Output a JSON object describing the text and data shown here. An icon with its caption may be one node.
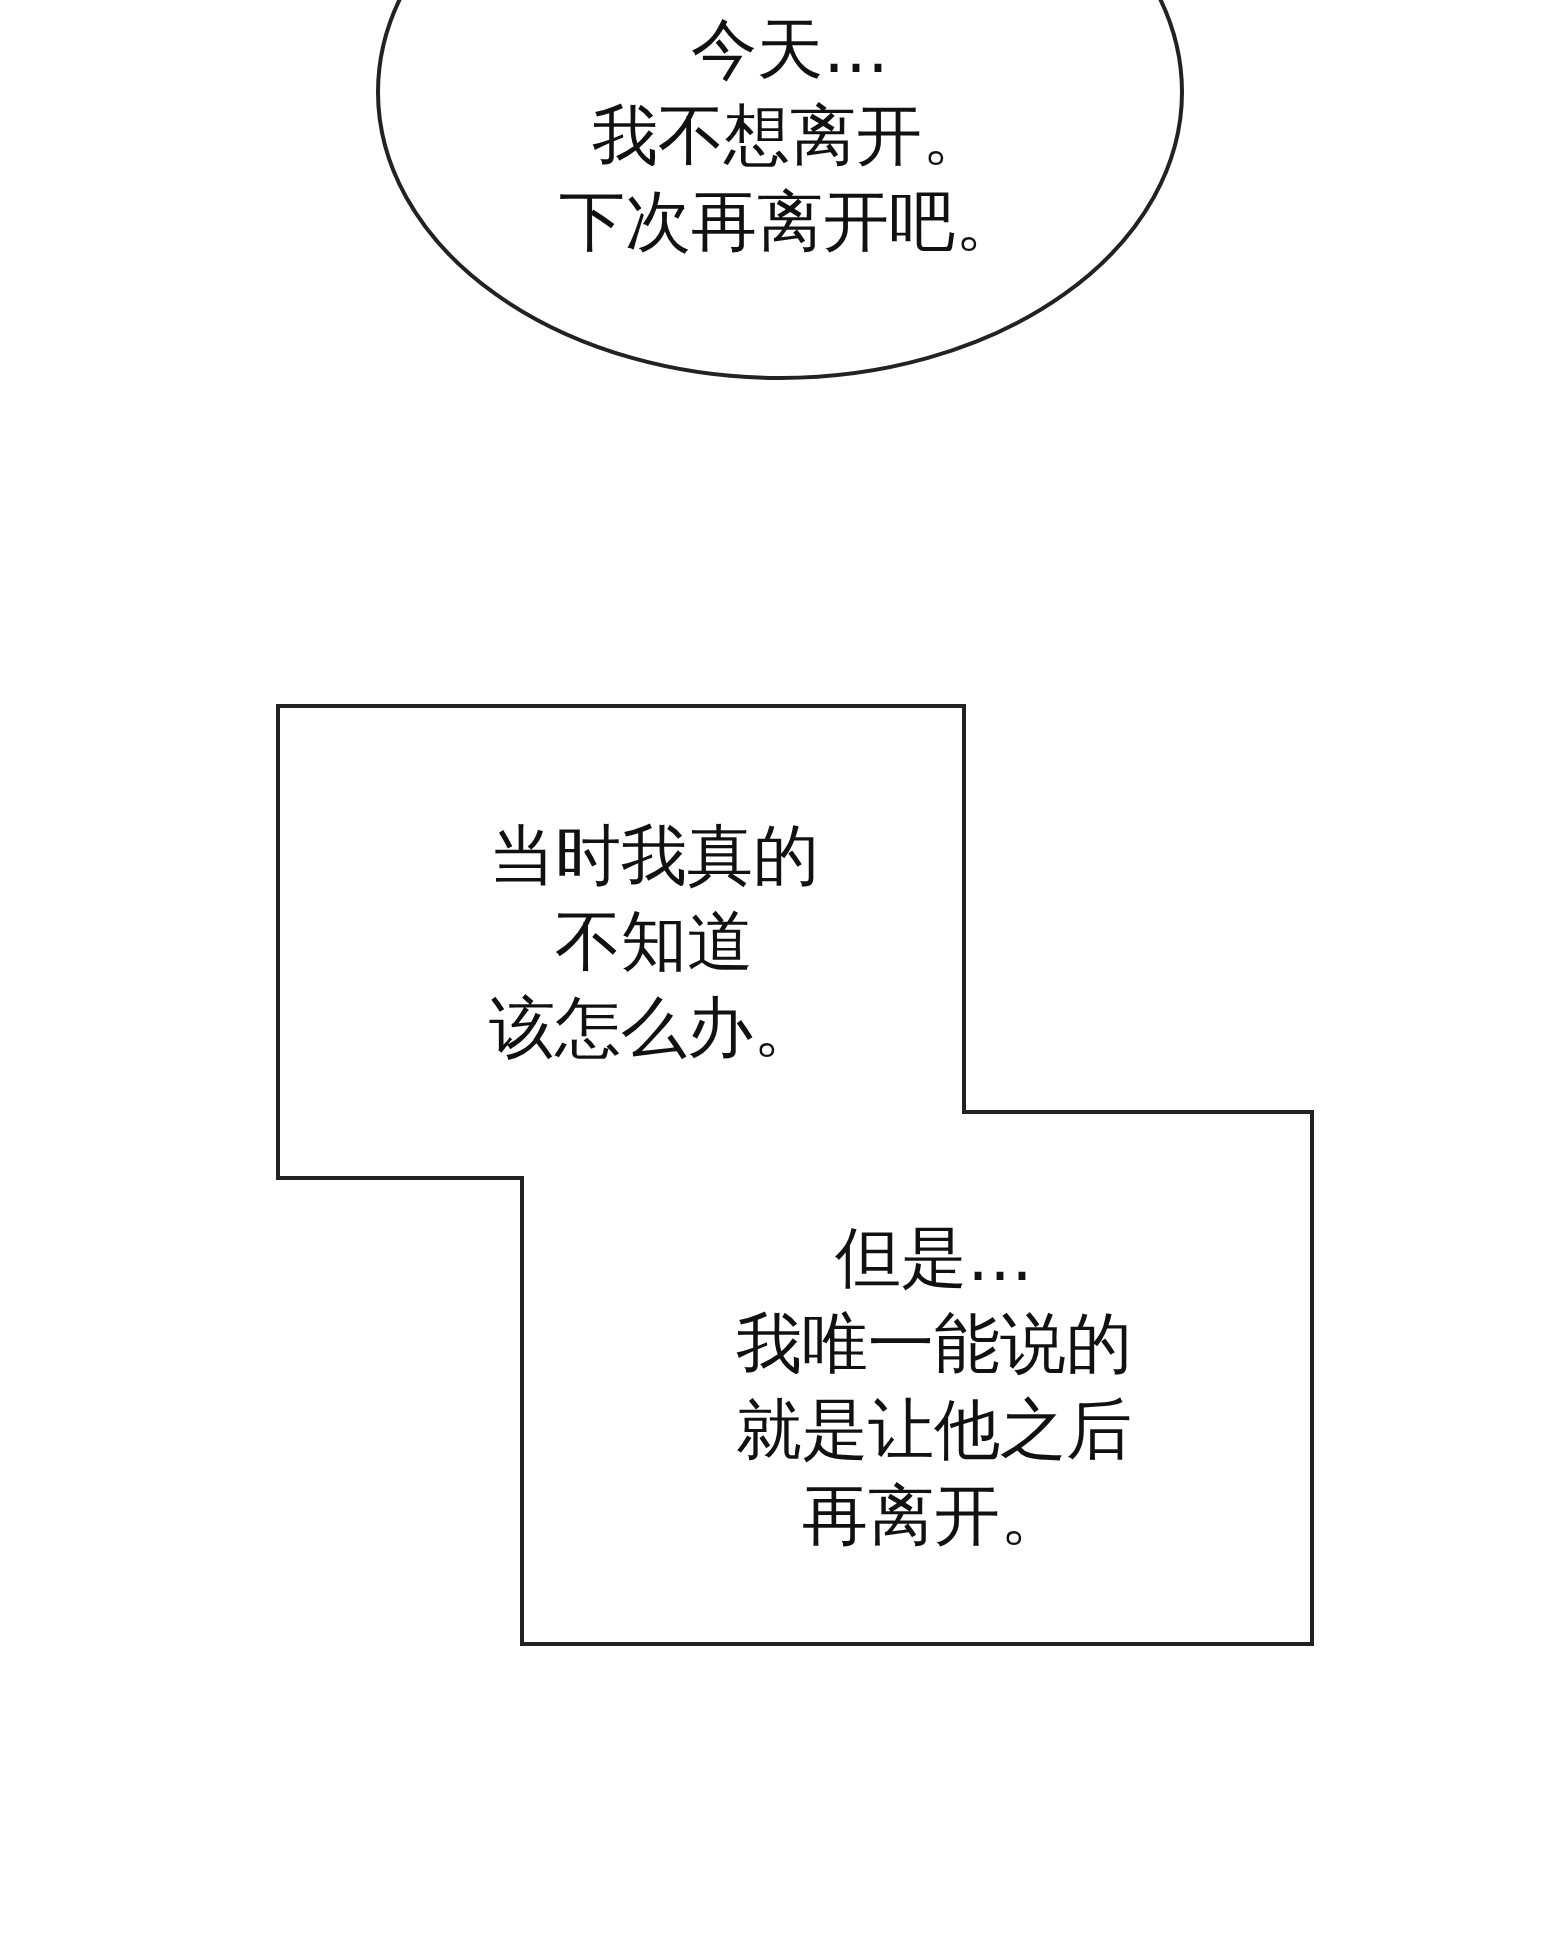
{
  "diagram": {
    "nodes": [
      {
        "text": [
          "今天…我不想离开。下次再离开吧。"
        ]
      },
      {
        "text": [
          "当时我真的不知道该怎么办。",
          "但是…我唯一能说的就是让他之后再离开。"
        ]
      }
    ]
  }
}
